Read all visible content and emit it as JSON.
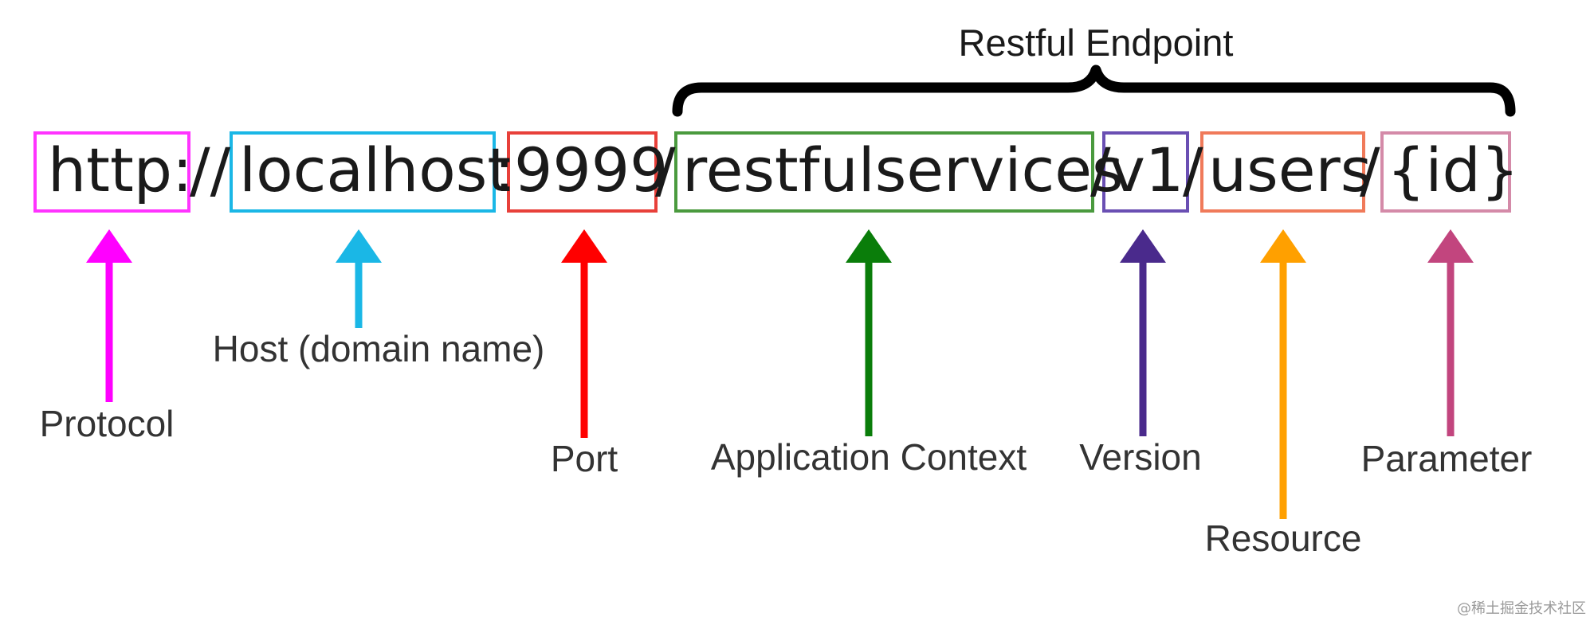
{
  "title": "Restful Endpoint",
  "url_segments": [
    {
      "id": "protocol",
      "text": "http:",
      "color": "#ff33ff"
    },
    {
      "id": "sep-1",
      "text": "//",
      "color": null
    },
    {
      "id": "host",
      "text": "localhost",
      "color": "#1ab7e6"
    },
    {
      "id": "sep-2",
      "text": ":",
      "color": null
    },
    {
      "id": "port",
      "text": "9999",
      "color": "#e8403a"
    },
    {
      "id": "sep-3",
      "text": "/",
      "color": null
    },
    {
      "id": "context",
      "text": "restfulservices",
      "color": "#4a9a3e"
    },
    {
      "id": "sep-4",
      "text": "/",
      "color": null
    },
    {
      "id": "version",
      "text": "v1",
      "color": "#6a4fb3"
    },
    {
      "id": "sep-5",
      "text": "/",
      "color": null
    },
    {
      "id": "resource",
      "text": "users",
      "color": "#f07a5a"
    },
    {
      "id": "sep-6",
      "text": "/",
      "color": null
    },
    {
      "id": "parameter",
      "text": "{id}",
      "color": "#d48aa8"
    }
  ],
  "callouts": {
    "protocol": {
      "label": "Protocol",
      "arrow_color": "#ff00ff"
    },
    "host": {
      "label": "Host (domain name)",
      "arrow_color": "#1ab7e6"
    },
    "port": {
      "label": "Port",
      "arrow_color": "#ff0000"
    },
    "context": {
      "label": "Application Context",
      "arrow_color": "#0a7d0a"
    },
    "version": {
      "label": "Version",
      "arrow_color": "#4a2a8c"
    },
    "resource": {
      "label": "Resource",
      "arrow_color": "#ffa000"
    },
    "parameter": {
      "label": "Parameter",
      "arrow_color": "#c2457e"
    }
  },
  "watermark": "@稀土掘金技术社区"
}
